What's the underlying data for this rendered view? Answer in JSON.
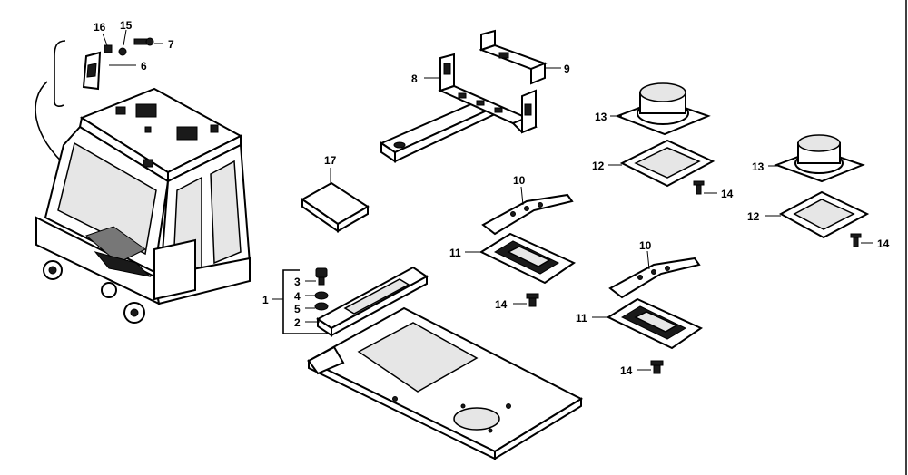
{
  "callouts": {
    "cab": {
      "c16": "16",
      "c15": "15",
      "c7": "7",
      "c6": "6"
    },
    "bracket": {
      "c8": "8",
      "c9": "9"
    },
    "speakers": {
      "c13a": "13",
      "c12a": "12",
      "c14a": "14",
      "c13b": "13",
      "c12b": "12",
      "c14b": "14"
    },
    "module": {
      "c17": "17"
    },
    "hinges": {
      "c10a": "10",
      "c11a": "11",
      "c14c": "14",
      "c10b": "10",
      "c11b": "11",
      "c14d": "14"
    },
    "floor": {
      "c1": "1",
      "c3": "3",
      "c4": "4",
      "c5": "5",
      "c2": "2"
    }
  }
}
